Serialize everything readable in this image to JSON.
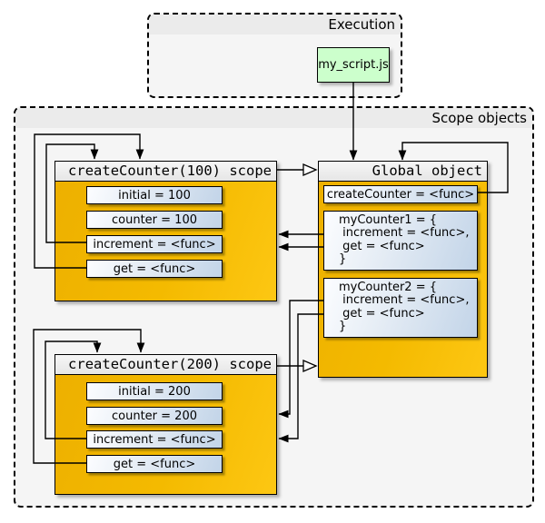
{
  "execution": {
    "title": "Execution",
    "script": "my_script.js"
  },
  "scope_container": {
    "title": "Scope objects"
  },
  "scope100": {
    "title": "createCounter(100) scope",
    "vars": [
      "initial = 100",
      "counter = 100",
      "increment = <func>",
      "get = <func>"
    ]
  },
  "global": {
    "title": "Global object",
    "create_counter": "createCounter = <func>",
    "my_counter1_lines": [
      "myCounter1 = {",
      " increment = <func>,",
      " get = <func>",
      "}"
    ],
    "my_counter2_lines": [
      "myCounter2 = {",
      " increment = <func>,",
      " get = <func>",
      "}"
    ]
  },
  "scope200": {
    "title": "createCounter(200) scope",
    "vars": [
      "initial = 200",
      "counter = 200",
      "increment = <func>",
      "get = <func>"
    ]
  },
  "colors": {
    "scope_fill_dark": "#edb000",
    "scope_fill_light": "#fdc713",
    "slot_fill_light": "#fcfdff",
    "slot_fill_dark": "#c2d4e8",
    "container_bg": "#f5f5f5",
    "container_header_bg": "#ebebeb",
    "node_title_bg": "#ececec",
    "script_bg": "#ccffcc",
    "wire": "#000000"
  }
}
